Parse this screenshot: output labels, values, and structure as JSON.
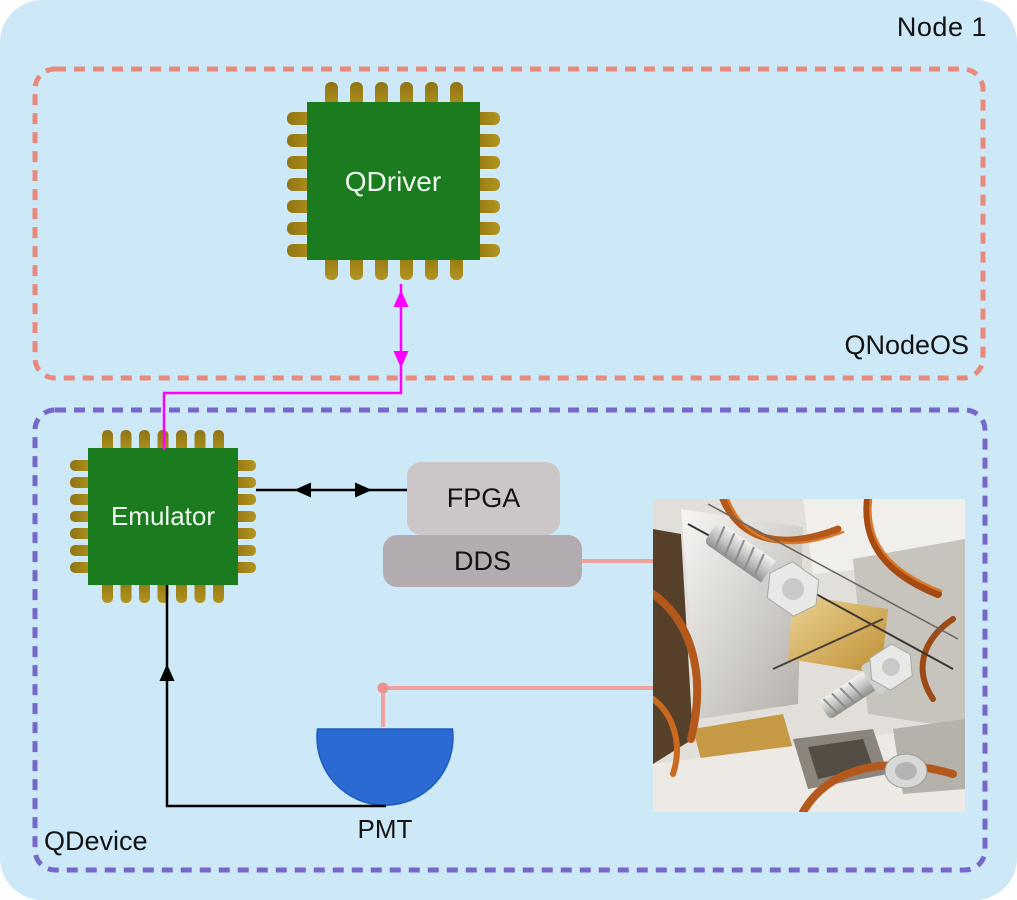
{
  "figure": {
    "title": "Node 1"
  },
  "qnodeos_box": {
    "label": "QNodeOS",
    "chip_label": "QDriver"
  },
  "qdevice_box": {
    "label": "QDevice",
    "chip_label": "Emulator",
    "fpga_label": "FPGA",
    "dds_label": "DDS",
    "pmt_label": "PMT"
  },
  "colors": {
    "panel_bg": "#cde9f8",
    "qnodeos_border": "#e8897c",
    "qdevice_border": "#7568c8",
    "chip_body": "#1b7b1f",
    "chip_pin": "#a5871c",
    "qdriver_emulator_link": "#ff00ff",
    "classical_link": "#000000",
    "analog_link": "#f0a39e",
    "pmt_fill": "#2a6ad2",
    "fpga_fill": "#ccc6c9",
    "dds_fill": "#b2acb0"
  }
}
